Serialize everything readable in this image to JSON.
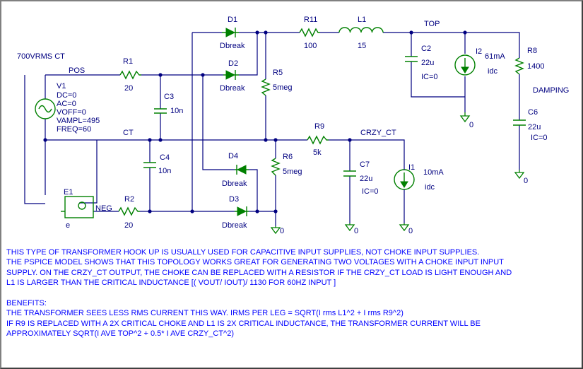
{
  "labels": {
    "d1": "D1",
    "d1_model": "Dbreak",
    "d2": "D2",
    "d2_model": "Dbreak",
    "d3": "D3",
    "d3_model": "Dbreak",
    "d4": "D4",
    "d4_model": "Dbreak",
    "r11": "R11",
    "r11_val": "100",
    "l1": "L1",
    "l1_val": "15",
    "top": "TOP",
    "c2": "C2",
    "c2_val": "22u",
    "c2_ic": "IC=0",
    "i2": "I2",
    "i2_val": "61mA",
    "i2_type": "idc",
    "r8": "R8",
    "r8_val": "1400",
    "damping": "DAMPING",
    "c6": "C6",
    "c6_val": "22u",
    "c6_ic": "IC=0",
    "xfmr": "700VRMS CT",
    "pos": "POS",
    "r1": "R1",
    "r1_val": "20",
    "r5": "R5",
    "r5_val": "5meg",
    "c3": "C3",
    "c3_val": "10n",
    "v1": "V1",
    "v1_dc": "DC=0",
    "v1_ac": "AC=0",
    "v1_voff": "VOFF=0",
    "v1_vampl": "VAMPL=495",
    "v1_freq": "FREQ=60",
    "ct": "CT",
    "r9": "R9",
    "r9_val": "5k",
    "crzy_ct": "CRZY_CT",
    "c4": "C4",
    "c4_val": "10n",
    "r6": "R6",
    "r6_val": "5meg",
    "c7": "C7",
    "c7_val": "22u",
    "c7_ic": "IC=0",
    "i1": "I1",
    "i1_val": "10mA",
    "i1_type": "idc",
    "e1": "E1",
    "e1_sub": "e",
    "neg": "NEG",
    "r2": "R2",
    "r2_val": "20",
    "gnd": "0"
  },
  "notes": [
    "THIS TYPE OF TRANSFORMER HOOK UP IS USUALLY USED FOR CAPACITIVE INPUT SUPPLIES, NOT CHOKE INPUT SUPPLIES.",
    "THE PSPICE MODEL SHOWS THAT THIS TOPOLOGY WORKS GREAT FOR GENERATING TWO VOLTAGES WITH A CHOKE INPUT INPUT",
    "SUPPLY. ON THE CRZY_CT OUTPUT, THE CHOKE CAN BE REPLACED WITH A RESISTOR IF THE CRZY_CT LOAD IS LIGHT ENOUGH AND",
    "L1 IS LARGER THAN THE CRITICAL INDUCTANCE [( VOUT/ IOUT)/ 1130 FOR 60HZ INPUT ]",
    "",
    "BENEFITS:",
    "THE TRANSFORMER SEES LESS RMS CURRENT THIS WAY. IRMS PER LEG = SQRT(I rms L1^2 + I rms R9^2)",
    "IF R9 IS REPLACED WITH A 2X CRITICAL CHOKE AND L1 IS 2X CRITICAL INDUCTANCE, THE TRANSFORMER CURRENT WILL BE",
    "APPROXIMATELY SQRT(I AVE TOP^2 + 0.5* I AVE CRZY_CT^2)"
  ]
}
